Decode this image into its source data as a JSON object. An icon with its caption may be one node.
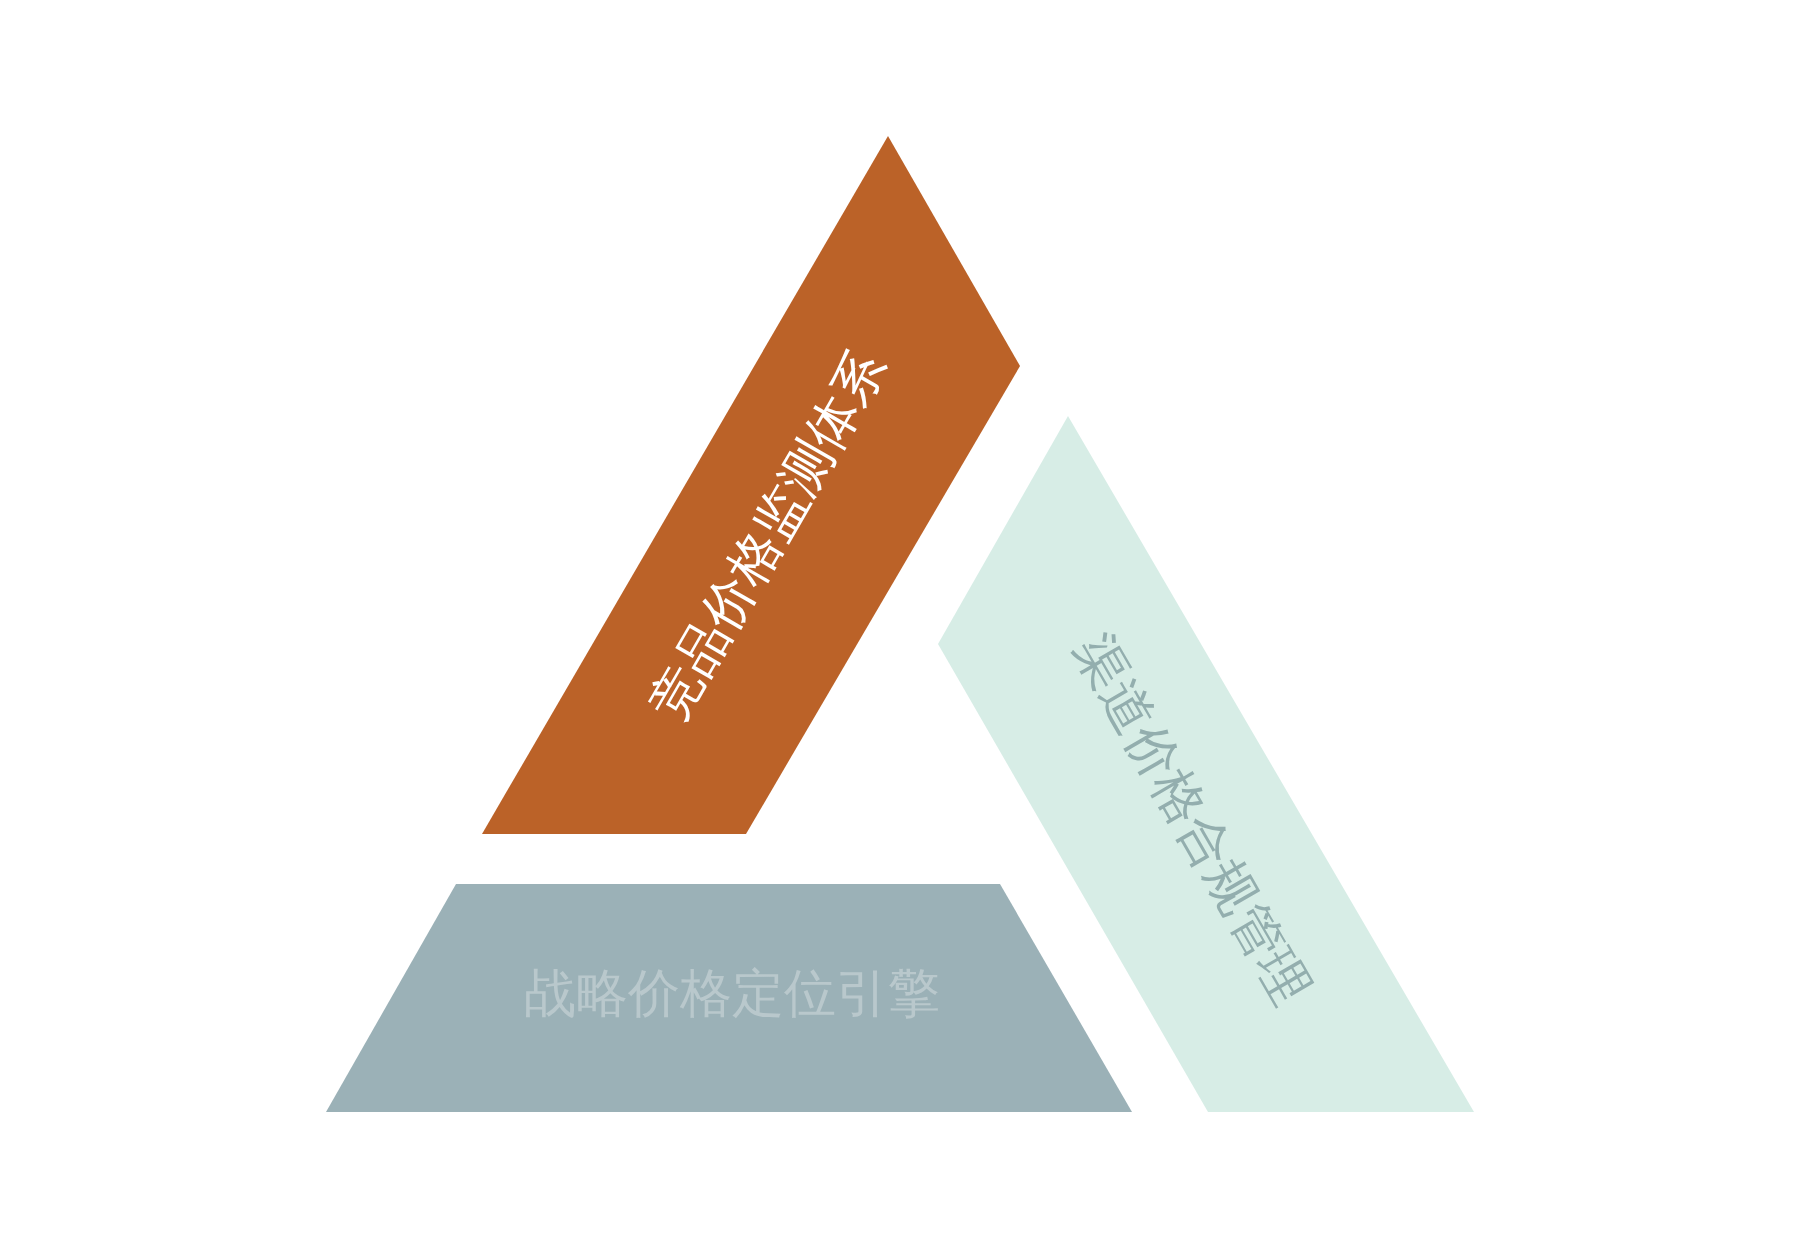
{
  "diagram": {
    "nodes": [
      {
        "text": [
          "竞品价格监测体系"
        ]
      },
      {
        "text": [
          "渠道价格合规管理"
        ]
      },
      {
        "text": [
          "战略价格定位引擎"
        ]
      }
    ]
  }
}
